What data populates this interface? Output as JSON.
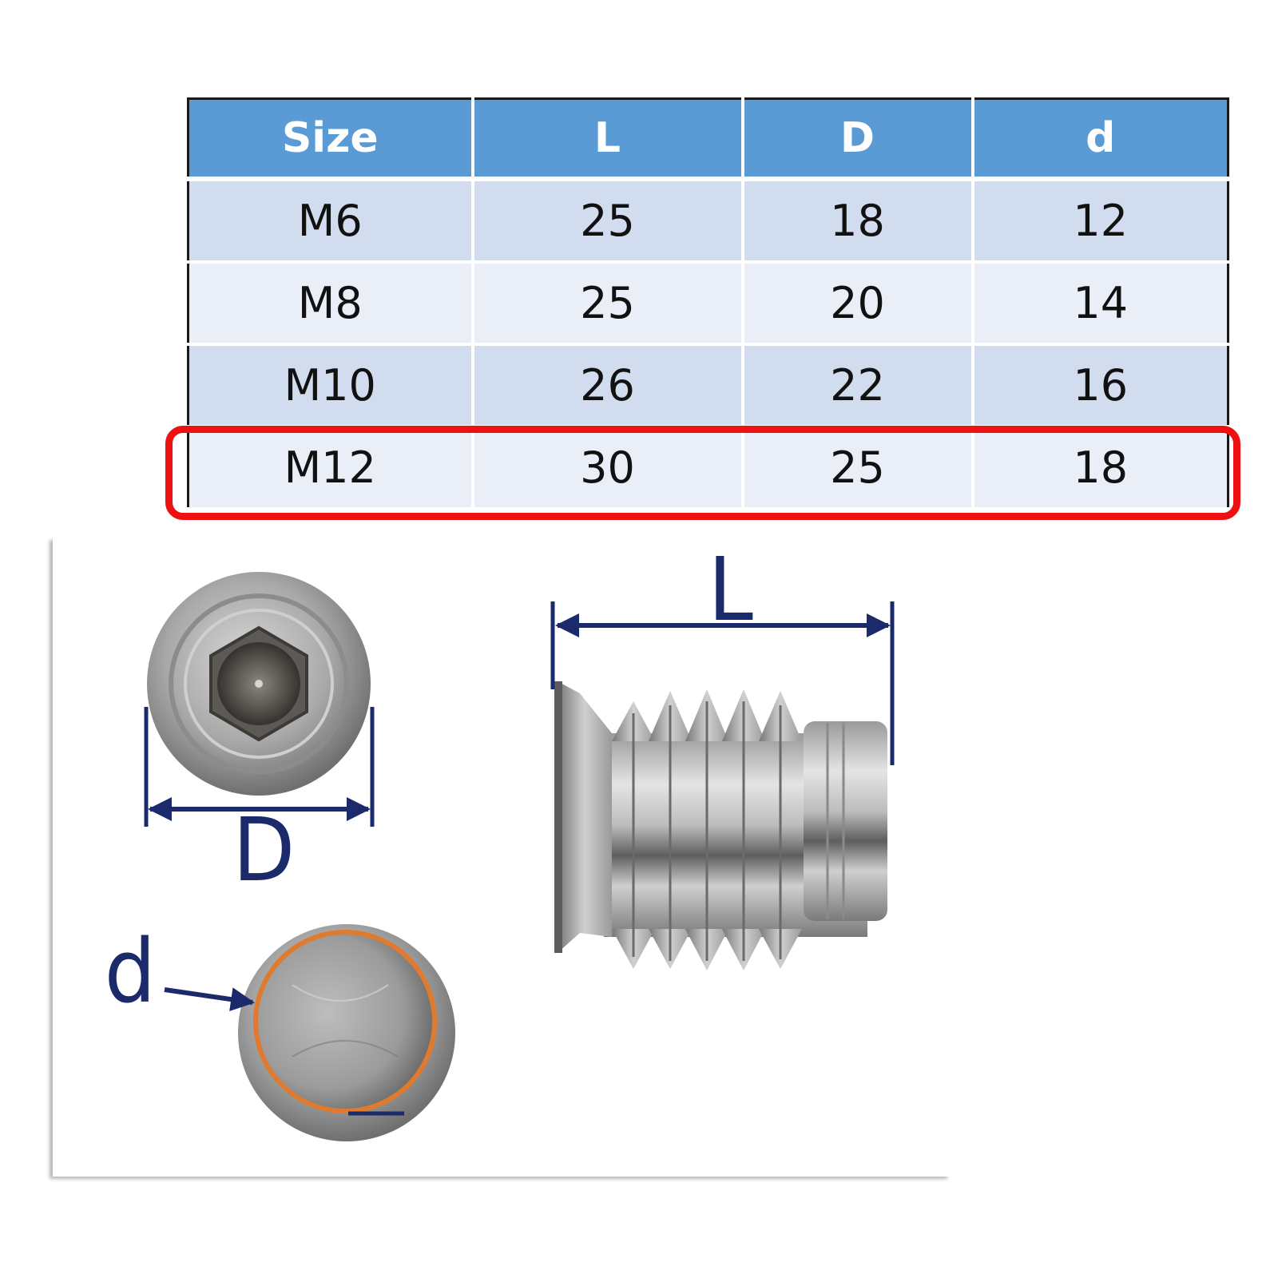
{
  "table": {
    "headers": [
      "Size",
      "L",
      "D",
      "d"
    ],
    "rows": [
      [
        "M6",
        "25",
        "18",
        "12"
      ],
      [
        "M8",
        "25",
        "20",
        "14"
      ],
      [
        "M10",
        "26",
        "22",
        "16"
      ],
      [
        "M12",
        "30",
        "25",
        "18"
      ]
    ],
    "highlighted_row": "M12",
    "header_color": "#5b9bd5",
    "highlight_color": "#ee1111"
  },
  "diagram": {
    "length_label": "L",
    "outer_diameter_label": "D",
    "inner_diameter_label": "d",
    "dimension_color": "#1b2a6b",
    "inner_ring_color": "#e07a2e"
  }
}
